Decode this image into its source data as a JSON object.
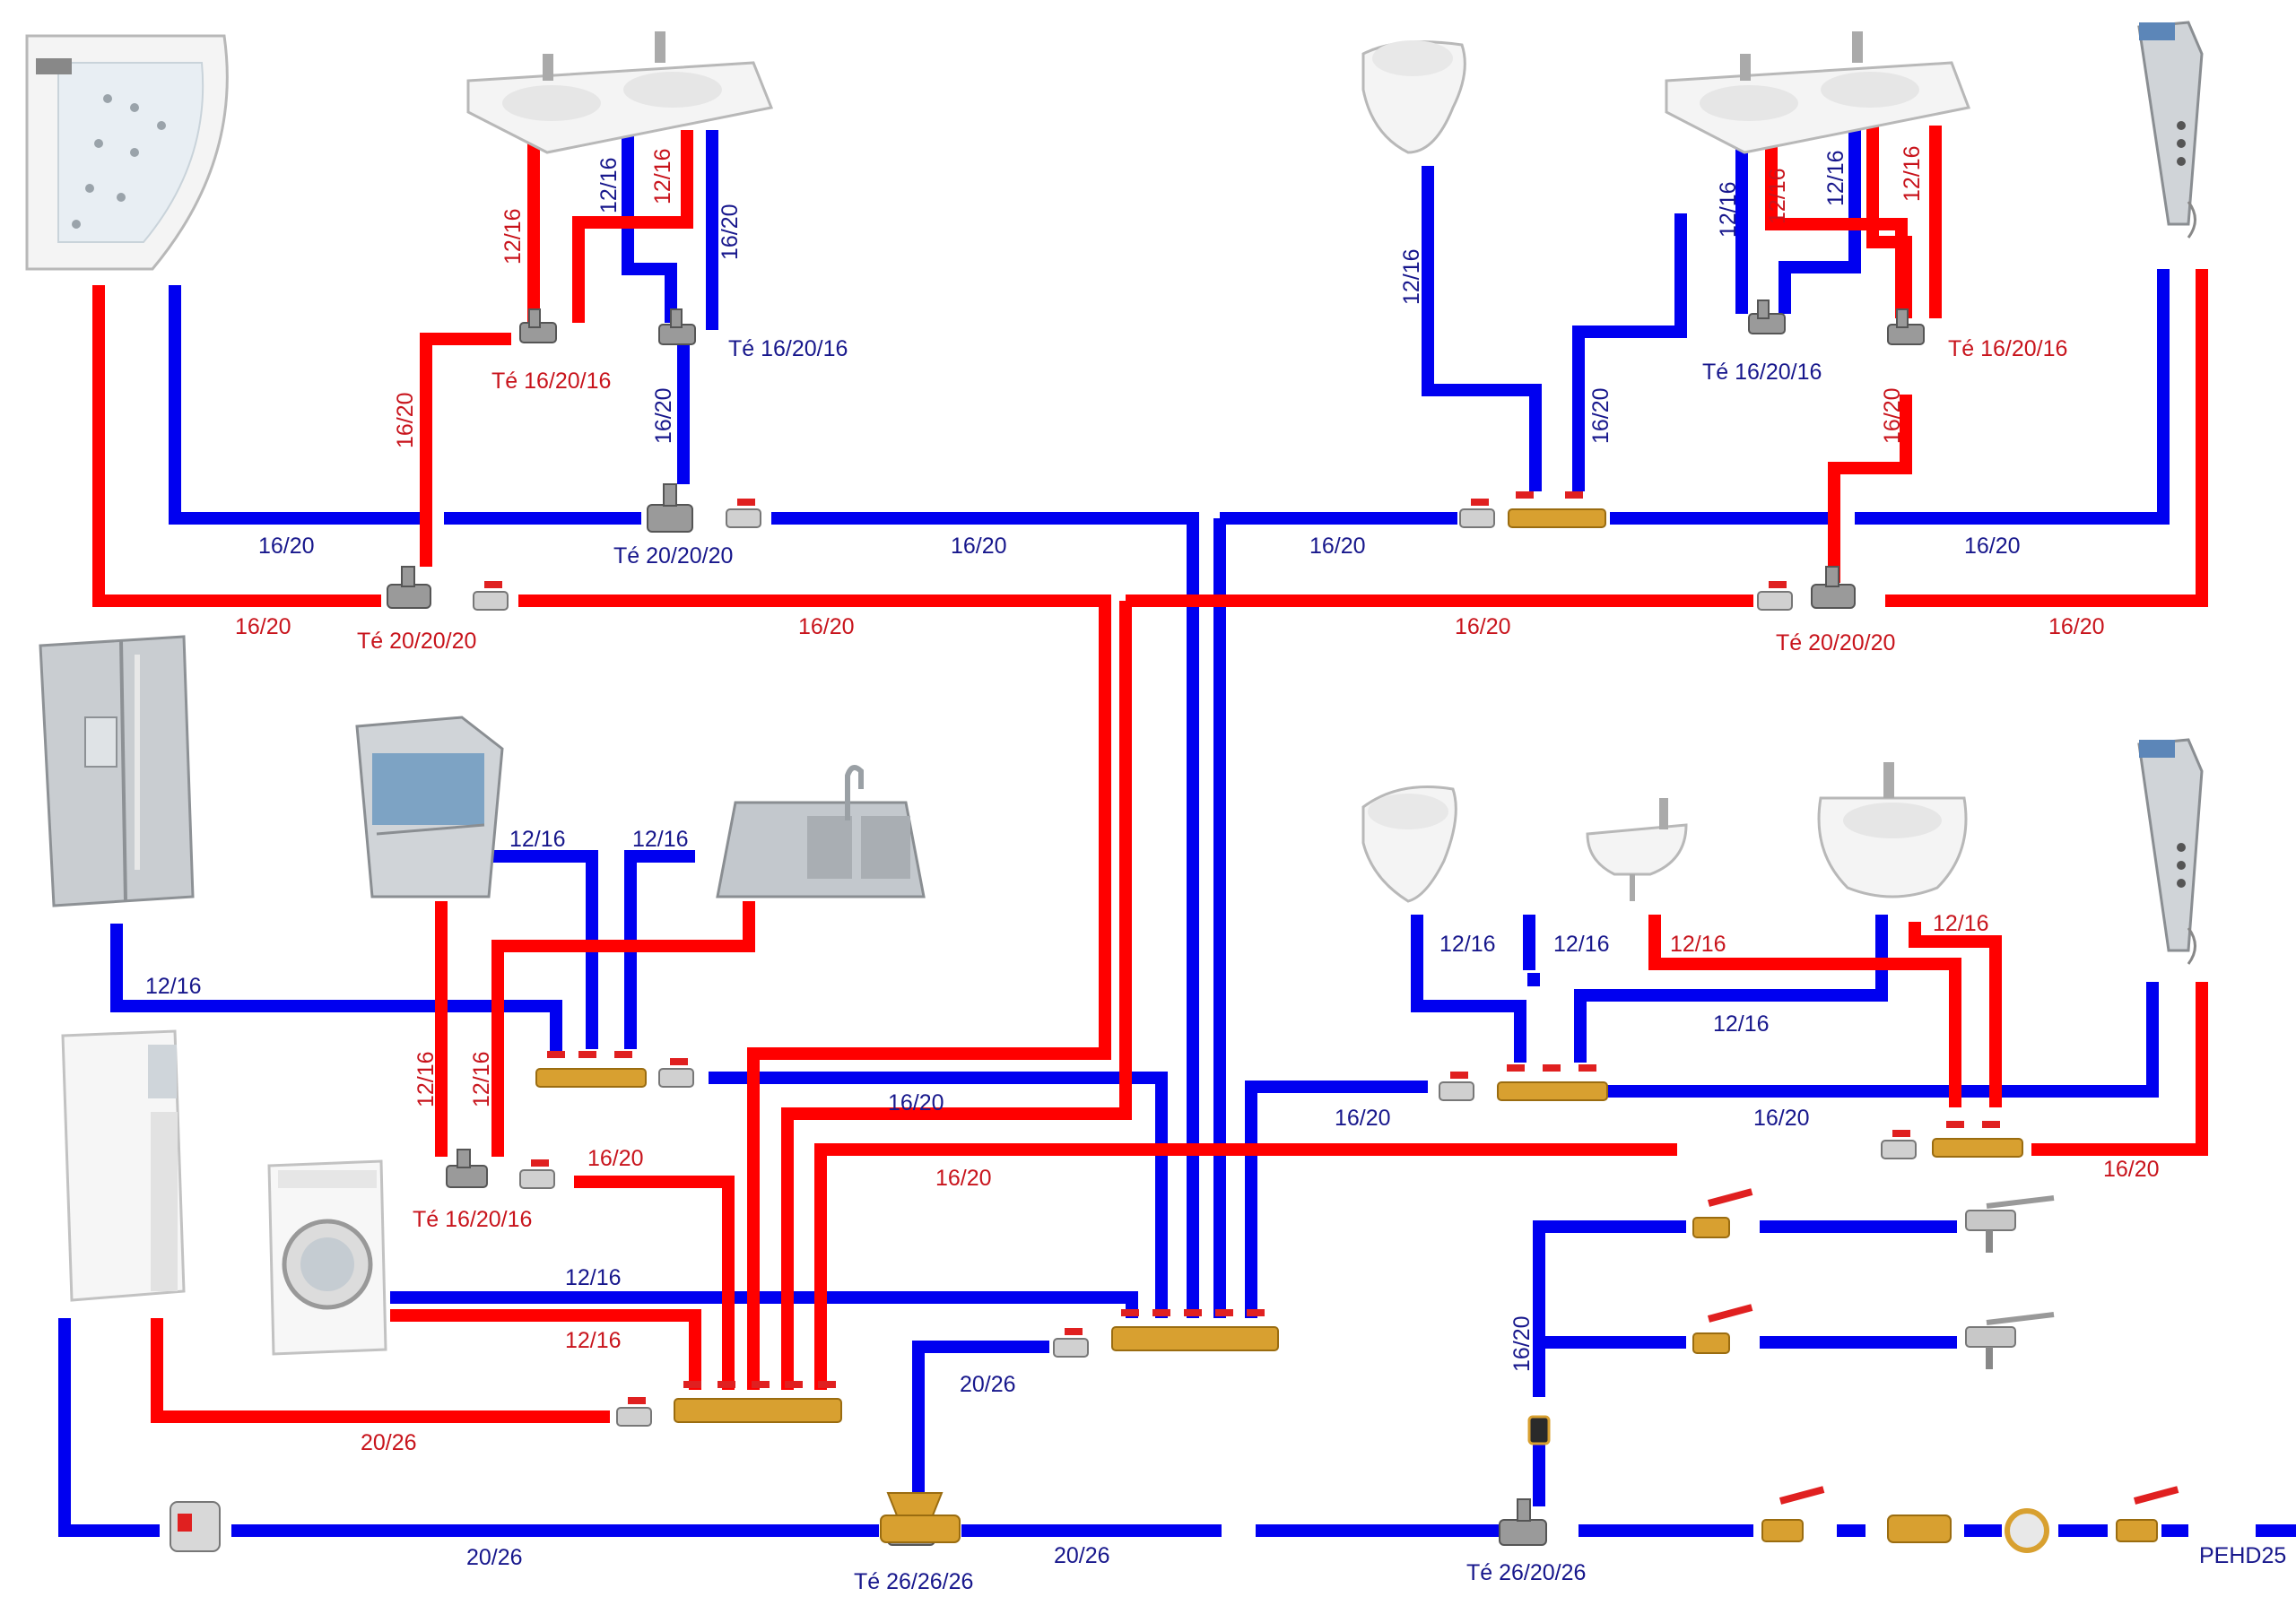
{
  "diagram": {
    "labels": {
      "te_16_20_16_a": "Té 16/20/16",
      "te_16_20_16_b": "Té 16/20/16",
      "te_16_20_16_c": "Té 16/20/16",
      "te_16_20_16_d": "Té 16/20/16",
      "te_16_20_16_e": "Té 16/20/16",
      "te_20_20_20_a": "Té 20/20/20",
      "te_20_20_20_b": "Té 20/20/20",
      "te_20_20_20_c": "Té 20/20/20",
      "te_26_26_26": "Té 26/26/26",
      "te_26_20_26": "Té 26/20/26",
      "pehd25": "PEHD25",
      "d_12_16": "12/16",
      "d_16_20": "16/20",
      "d_20_26": "20/26"
    },
    "colors": {
      "cold": "#0000f0",
      "hot": "#ff0000",
      "cold_text": "#17178c",
      "hot_text": "#c8141c",
      "brass": "#d8a030"
    },
    "fixtures": [
      "corner-whirlpool-bathtub",
      "double-washbasin",
      "wall-hung-toilet",
      "double-washbasin",
      "shower-panel",
      "refrigerator",
      "dishwasher",
      "kitchen-sink",
      "wall-hung-toilet",
      "hand-washbasin",
      "washbasin",
      "shower-panel",
      "water-heater",
      "washing-machine",
      "garden-tap",
      "garden-tap"
    ]
  }
}
